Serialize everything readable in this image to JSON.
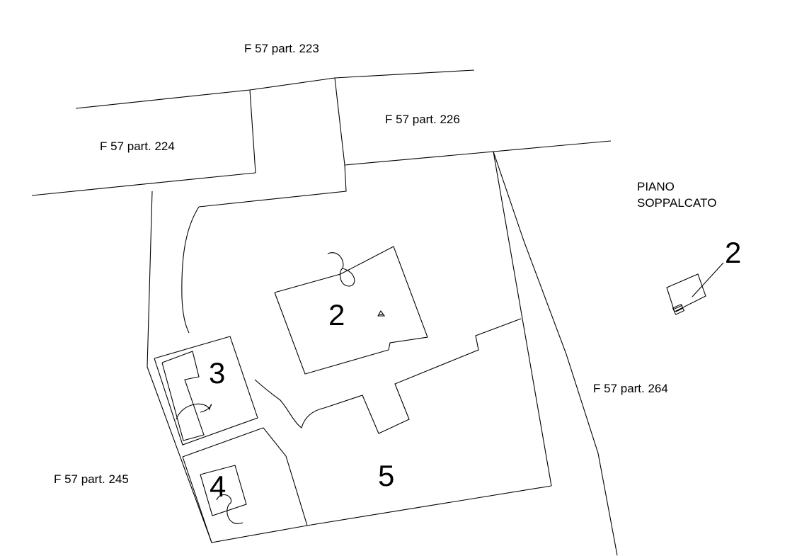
{
  "parcels": {
    "p223": "F 57 part. 223",
    "p224": "F 57 part. 224",
    "p226": "F 57 part. 226",
    "p245": "F 57 part. 245",
    "p264": "F 57 part. 264"
  },
  "mezzanine": {
    "line1": "PIANO",
    "line2": "SOPPALCATO",
    "unit": "2"
  },
  "units": {
    "u2": "2",
    "u3": "3",
    "u4": "4",
    "u5": "5"
  },
  "colors": {
    "line": "#000000",
    "background": "#ffffff"
  }
}
